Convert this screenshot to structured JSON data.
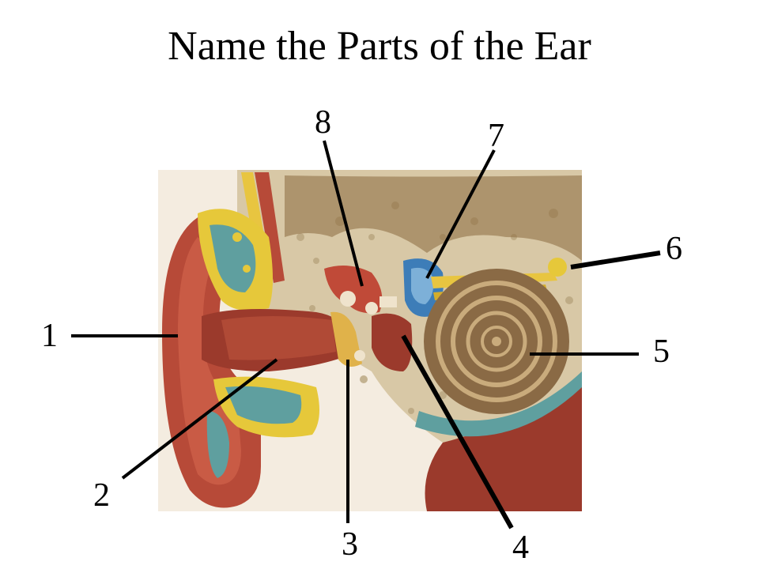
{
  "title": "Name the Parts of the Ear",
  "diagram": {
    "image_subject": "ear-cross-section-illustration",
    "labels": [
      {
        "id": "1",
        "text": "1"
      },
      {
        "id": "2",
        "text": "2"
      },
      {
        "id": "3",
        "text": "3"
      },
      {
        "id": "4",
        "text": "4"
      },
      {
        "id": "5",
        "text": "5"
      },
      {
        "id": "6",
        "text": "6"
      },
      {
        "id": "7",
        "text": "7"
      },
      {
        "id": "8",
        "text": "8"
      }
    ]
  },
  "colors": {
    "background": "#ffffff",
    "text": "#000000",
    "illustration_panel": "#f4ece0",
    "outer_ear_flesh": "#b74a38",
    "canal": "#9b3a2c",
    "bone": "#d8c8a6",
    "cochlea": "#8a6a45",
    "nerve": "#e8c540",
    "semicircular": "#3d7db8",
    "fat_yellow": "#e6c83a",
    "fat_blue": "#5f9f9f"
  }
}
